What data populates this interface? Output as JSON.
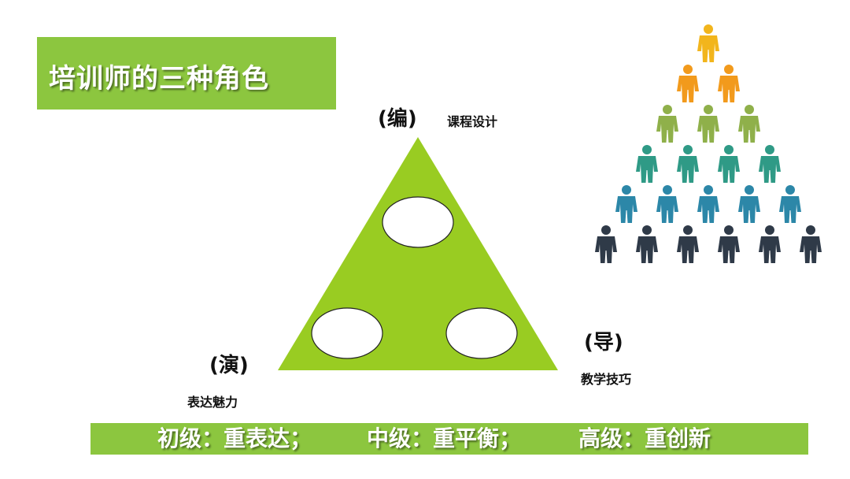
{
  "title": "培训师的三种角色",
  "triangle": {
    "fill": "#99cc22",
    "top": {
      "role": "(编)",
      "desc": "课程设计"
    },
    "left": {
      "role": "(演)",
      "desc": "表达魅力"
    },
    "right": {
      "role": "(导)",
      "desc": "教学技巧"
    }
  },
  "levels": [
    {
      "text": "初级：重表达；"
    },
    {
      "text": "中级：重平衡；"
    },
    {
      "text": "高级：重创新"
    }
  ],
  "people_pyramid": {
    "rows": [
      {
        "count": 1,
        "color": "#f2b51c"
      },
      {
        "count": 2,
        "color": "#f29a1c"
      },
      {
        "count": 3,
        "color": "#8fb04a"
      },
      {
        "count": 4,
        "color": "#2f9a86"
      },
      {
        "count": 5,
        "color": "#2c87a8"
      },
      {
        "count": 6,
        "color": "#2f3a48"
      }
    ]
  },
  "colors": {
    "accent": "#8cc63f"
  }
}
